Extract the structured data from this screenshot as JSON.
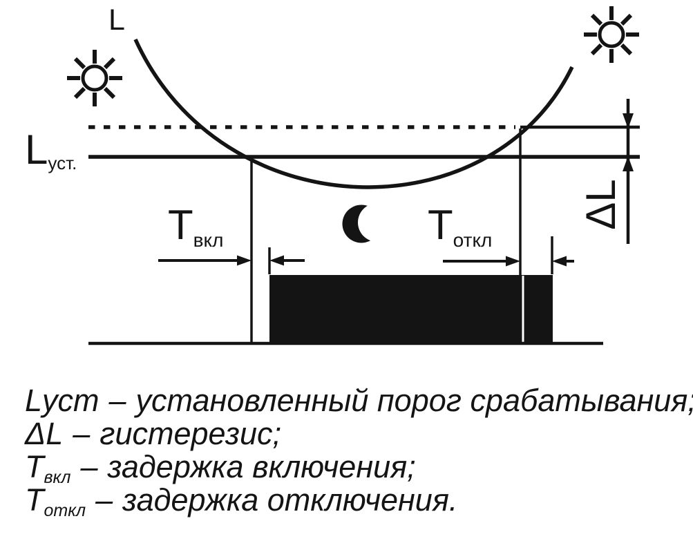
{
  "diagram": {
    "curve_label": "L",
    "threshold_main": "L",
    "threshold_sub": "уст.",
    "hysteresis_label": "ΔL",
    "delay_on_main": "Т",
    "delay_on_sub": "вкл",
    "delay_off_main": "Т",
    "delay_off_sub": "откл",
    "icons": {
      "sun_left": "sun-icon",
      "sun_right": "sun-icon",
      "moon": "moon-icon"
    },
    "colors": {
      "ink": "#141414",
      "background": "#ffffff"
    }
  },
  "legend": {
    "lines": [
      {
        "term_main": "Lуст",
        "term_sub": "",
        "separator": "–",
        "description": "установленный порог срабатывания;"
      },
      {
        "term_main": "ΔL",
        "term_sub": "",
        "separator": "–",
        "description": "гистерезис;"
      },
      {
        "term_main": "Т",
        "term_sub": "вкл",
        "separator": "–",
        "description": "задержка включения;"
      },
      {
        "term_main": "Т",
        "term_sub": "откл",
        "separator": "–",
        "description": "задержка отключения."
      }
    ]
  }
}
